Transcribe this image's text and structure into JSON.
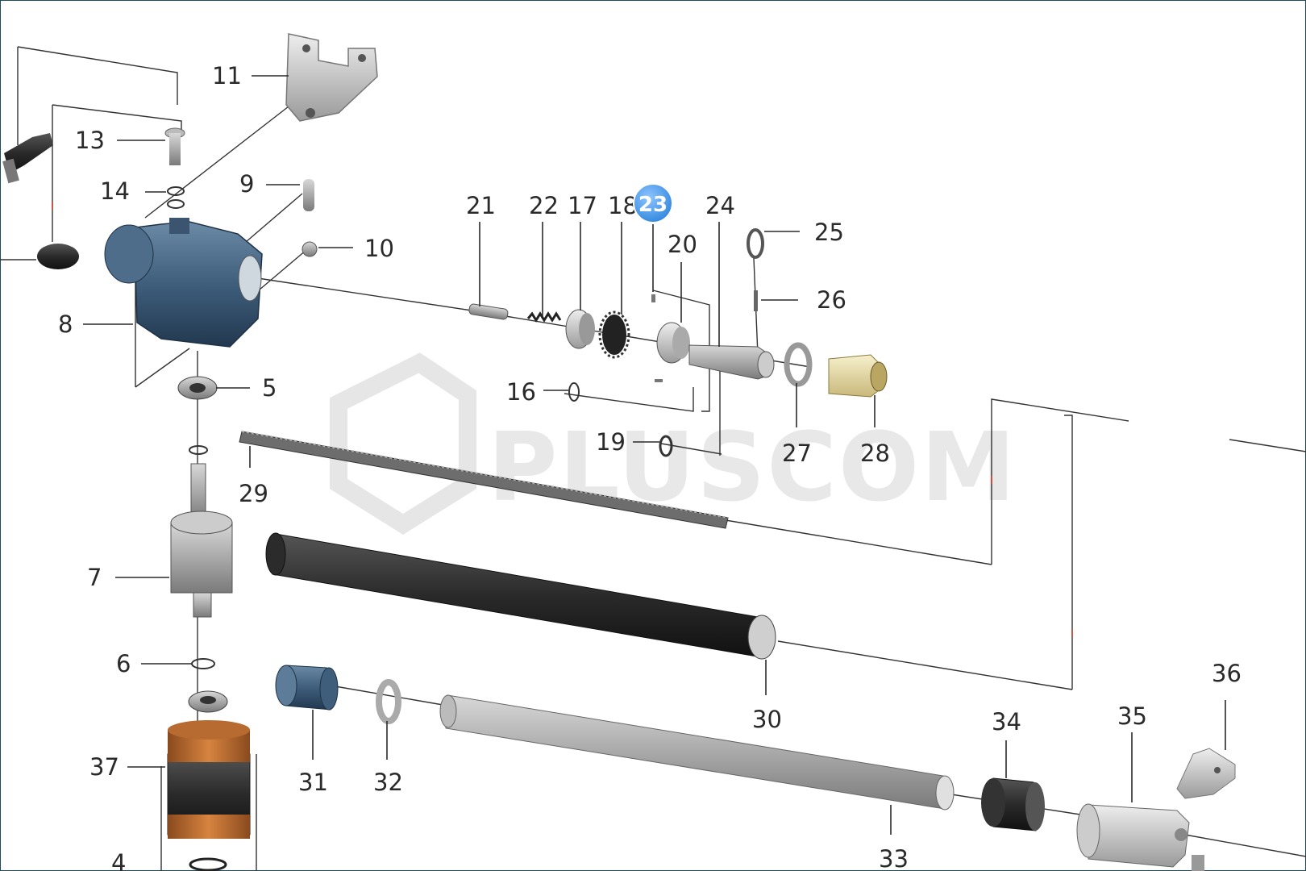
{
  "watermark": {
    "text": "PLUSCOM"
  },
  "highlight": {
    "part": "23",
    "color": "#2f86dd"
  },
  "parts": [
    {
      "id": "p4",
      "label": "4"
    },
    {
      "id": "p5",
      "label": "5"
    },
    {
      "id": "p6",
      "label": "6"
    },
    {
      "id": "p7",
      "label": "7"
    },
    {
      "id": "p8",
      "label": "8"
    },
    {
      "id": "p9",
      "label": "9"
    },
    {
      "id": "p10",
      "label": "10"
    },
    {
      "id": "p11",
      "label": "11"
    },
    {
      "id": "p13",
      "label": "13"
    },
    {
      "id": "p14",
      "label": "14"
    },
    {
      "id": "p16",
      "label": "16"
    },
    {
      "id": "p17",
      "label": "17"
    },
    {
      "id": "p18",
      "label": "18"
    },
    {
      "id": "p19",
      "label": "19"
    },
    {
      "id": "p20",
      "label": "20"
    },
    {
      "id": "p21",
      "label": "21"
    },
    {
      "id": "p22",
      "label": "22"
    },
    {
      "id": "p23",
      "label": "23"
    },
    {
      "id": "p24",
      "label": "24"
    },
    {
      "id": "p25",
      "label": "25"
    },
    {
      "id": "p26",
      "label": "26"
    },
    {
      "id": "p27",
      "label": "27"
    },
    {
      "id": "p28",
      "label": "28"
    },
    {
      "id": "p29",
      "label": "29"
    },
    {
      "id": "p30",
      "label": "30"
    },
    {
      "id": "p31",
      "label": "31"
    },
    {
      "id": "p32",
      "label": "32"
    },
    {
      "id": "p33",
      "label": "33"
    },
    {
      "id": "p34",
      "label": "34"
    },
    {
      "id": "p35",
      "label": "35"
    },
    {
      "id": "p36",
      "label": "36"
    },
    {
      "id": "p37",
      "label": "37"
    }
  ]
}
